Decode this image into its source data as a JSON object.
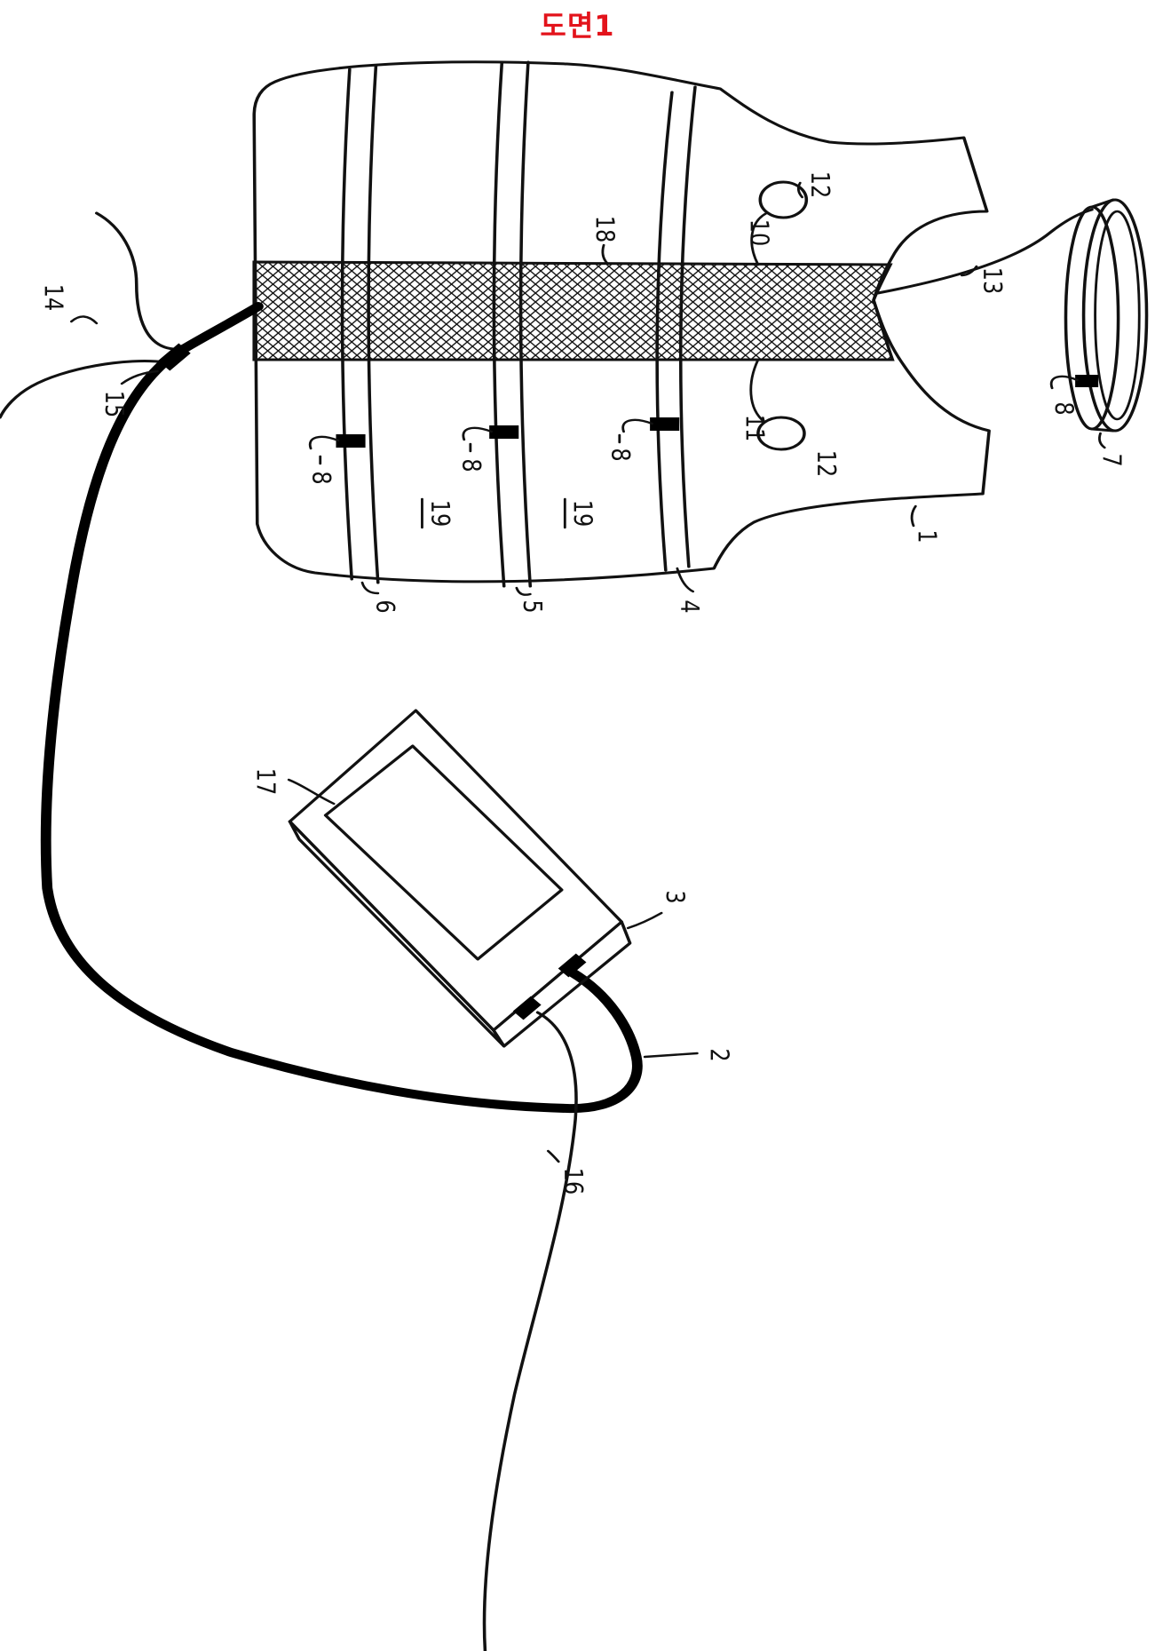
{
  "figure": {
    "title": "도면1",
    "title_color": "#e3131b"
  },
  "labels": [
    "14",
    "15",
    "6",
    "5",
    "4",
    "8",
    "8",
    "8",
    "19",
    "19",
    "18",
    "12",
    "10",
    "11",
    "12",
    "1",
    "13",
    "8",
    "7",
    "17",
    "3",
    "2",
    "16"
  ]
}
